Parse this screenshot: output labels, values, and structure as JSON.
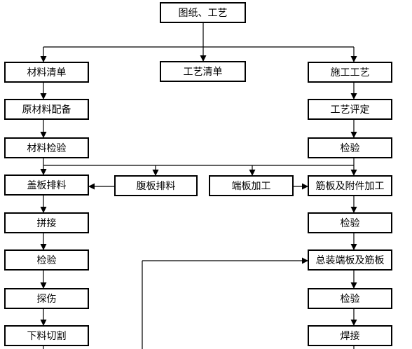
{
  "diagram": {
    "nodes": [
      {
        "id": "drawings",
        "label": "图纸、工艺"
      },
      {
        "id": "material-list",
        "label": "材料清单"
      },
      {
        "id": "process-list",
        "label": "工艺清单"
      },
      {
        "id": "construction-process",
        "label": "施工工艺"
      },
      {
        "id": "raw-material-prep",
        "label": "原材料配备"
      },
      {
        "id": "process-evaluation",
        "label": "工艺评定"
      },
      {
        "id": "material-inspection",
        "label": "材料检验"
      },
      {
        "id": "inspection-right-1",
        "label": "检验"
      },
      {
        "id": "cover-plate-layout",
        "label": "盖板排料"
      },
      {
        "id": "web-plate-layout",
        "label": "腹板排料"
      },
      {
        "id": "end-plate-machining",
        "label": "端板加工"
      },
      {
        "id": "rib-machining",
        "label": "筋板及附件加工"
      },
      {
        "id": "splicing",
        "label": "拼接"
      },
      {
        "id": "inspection-right-2",
        "label": "检验"
      },
      {
        "id": "inspection-left-1",
        "label": "检验"
      },
      {
        "id": "assembly",
        "label": "总装端板及筋板"
      },
      {
        "id": "flaw-detection",
        "label": "探伤"
      },
      {
        "id": "inspection-right-3",
        "label": "检验"
      },
      {
        "id": "cutting",
        "label": "下料切割"
      },
      {
        "id": "welding",
        "label": "焊接"
      }
    ]
  }
}
